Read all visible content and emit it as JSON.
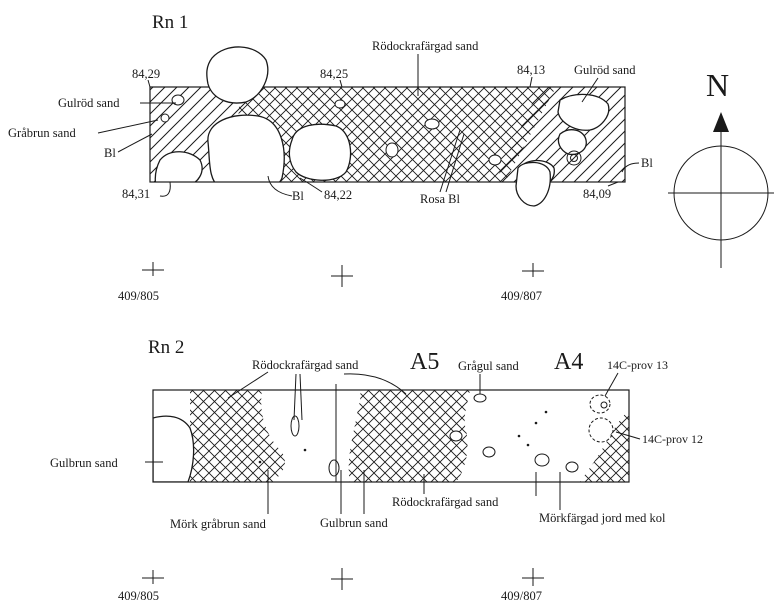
{
  "plan1": {
    "title": "Rn 1",
    "levels": {
      "tl": "84,29",
      "tc": "84,25",
      "tr": "84,13",
      "bl": "84,31",
      "bc": "84,22",
      "br": "84,09"
    },
    "labels": {
      "rodockra": "Rödockrafärgad sand",
      "gulrod_r": "Gulröd sand",
      "gulrod_l": "Gulröd sand",
      "grabrun": "Gråbrun sand",
      "bl_left": "Bl",
      "bl_mid": "Bl",
      "bl_right": "Bl",
      "rosa": "Rosa Bl"
    },
    "grid": {
      "left": "409/805",
      "right": "409/807"
    }
  },
  "plan2": {
    "title": "Rn 2",
    "area_a5": "A5",
    "area_a4": "A4",
    "labels": {
      "rodockra_top": "Rödockrafärgad sand",
      "gragul": "Grågul sand",
      "prov13": "14C-prov 13",
      "prov12": "14C-prov 12",
      "gulbrun_left": "Gulbrun sand",
      "mork_grabrun": "Mörk gråbrun sand",
      "gulbrun_bottom": "Gulbrun sand",
      "rodockra_bottom": "Rödockrafärgad sand",
      "morkfargad": "Mörkfärgad jord med kol"
    },
    "grid": {
      "left": "409/805",
      "right": "409/807"
    }
  },
  "north_arrow": {
    "letter": "N"
  }
}
